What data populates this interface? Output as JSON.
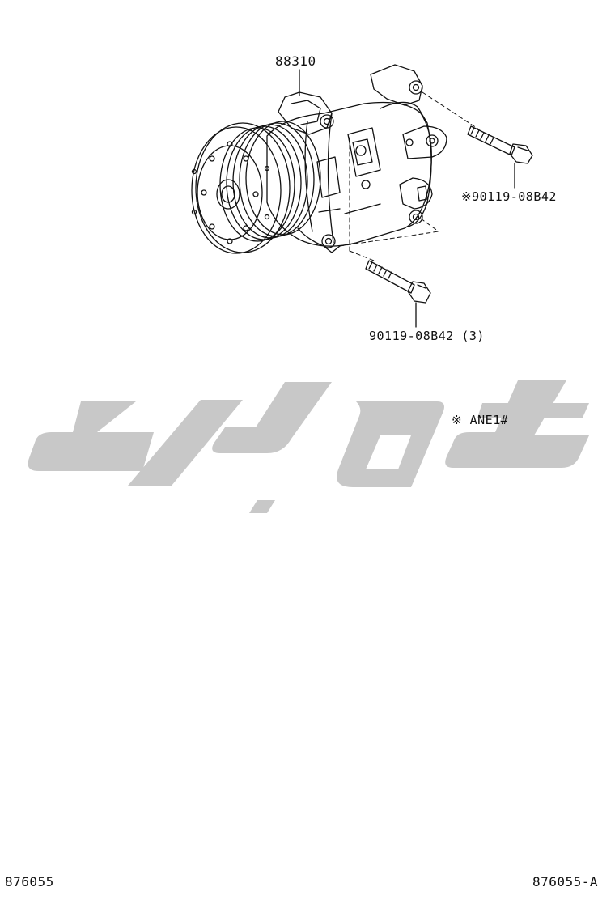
{
  "callouts": {
    "compressor_part_no": "88310",
    "bolt_right_part_no": "※90119-08B42",
    "bolt_lower_part_no": "90119-08B42 (3)",
    "model_note": "※ ANE1#"
  },
  "footer": {
    "left_code": "876055",
    "right_code": "876055-A"
  },
  "watermark": {
    "text": "تویارت",
    "color": "#c8c8c8"
  }
}
